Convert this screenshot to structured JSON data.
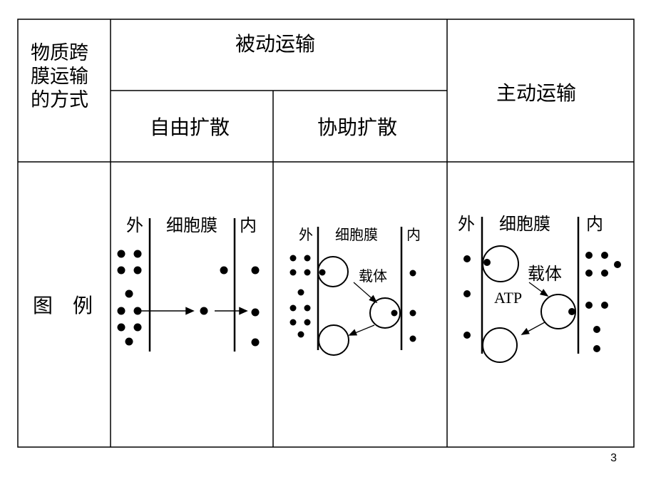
{
  "table": {
    "row_header_title": "物质跨膜运输的方式",
    "row_header_lines": [
      "物质跨",
      "膜运输",
      "的方式"
    ],
    "passive_transport": "被动运输",
    "free_diffusion": "自由扩散",
    "facilitated_diffusion": "协助扩散",
    "active_transport": "主动运输",
    "example_row_label": "图　例"
  },
  "diagrams": {
    "outside": "外",
    "membrane": "细胞膜",
    "inside": "内",
    "carrier": "载体",
    "atp": "ATP"
  },
  "page_number": "3",
  "colors": {
    "line": "#000000",
    "background": "#ffffff"
  }
}
